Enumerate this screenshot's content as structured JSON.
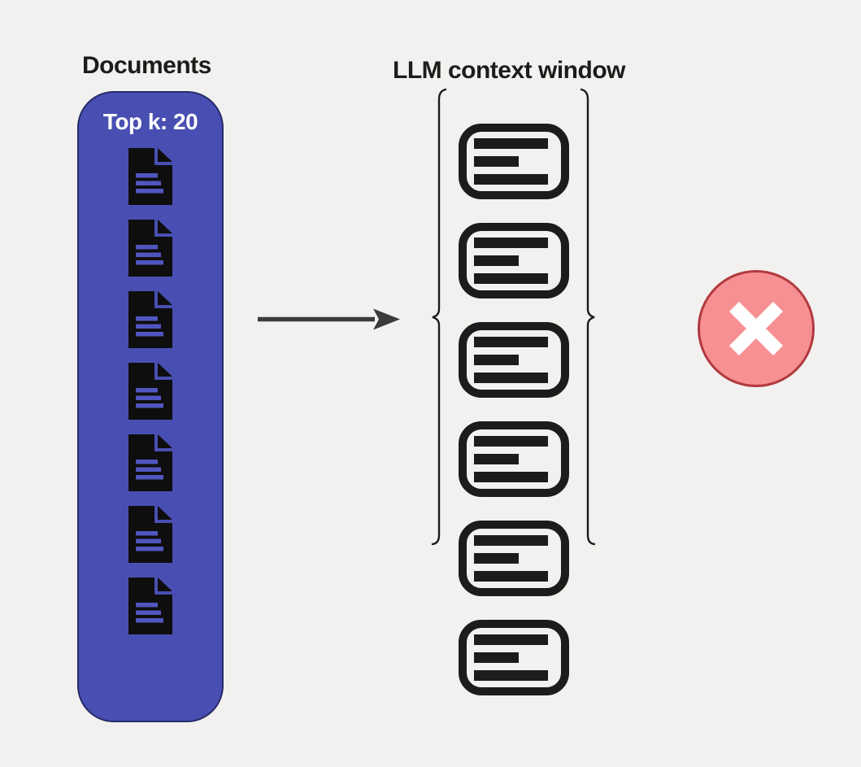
{
  "colors": {
    "background": "#F2F1EF",
    "ink": "#1C1C1A",
    "panel_fill": "#494FB2",
    "panel_border": "#262C69",
    "panel_label": "#FFFFFF",
    "doc_icon": "#0E0E0E",
    "doc_line": "#5056C0",
    "arrow": "#3B3B3B",
    "brace": "#1C1C1A",
    "card_border": "#1C1C1A",
    "card_bar": "#1C1C1A",
    "error_fill": "#F69092",
    "error_border": "#B23A40",
    "error_x": "#FFFFFF"
  },
  "documents_panel": {
    "title": "Documents",
    "top_k_label": "Top k: 20",
    "document_count": 7,
    "icon": "document-icon"
  },
  "context_window": {
    "title": "LLM context window",
    "card_count": 6,
    "icon": "document-card-icon"
  },
  "error_badge": {
    "icon": "x-mark-circle-icon"
  }
}
